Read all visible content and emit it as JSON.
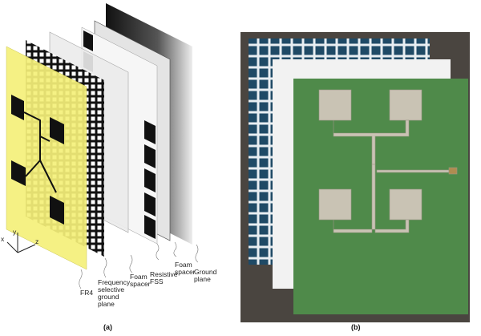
{
  "figure_a": {
    "caption": "(a)",
    "axes": {
      "x": "x",
      "y": "y",
      "z": "z"
    },
    "layers": [
      {
        "label_lines": [
          "FR4"
        ]
      },
      {
        "label_lines": [
          "Frequency",
          "selective",
          "ground",
          "plane"
        ]
      },
      {
        "label_lines": [
          "Foam",
          "spacer"
        ]
      },
      {
        "label_lines": [
          "Resistive",
          "FSS"
        ]
      },
      {
        "label_lines": [
          "Foam",
          "spacer"
        ]
      },
      {
        "label_lines": [
          "Ground",
          "plane"
        ]
      }
    ],
    "colors": {
      "fr4": "#f5f07a",
      "patch": "#111111"
    }
  },
  "figure_b": {
    "caption": "(b)",
    "colors": {
      "background": "#4a4540",
      "grid": "#1f4a66",
      "foam": "#f2f2f2",
      "pcb": "#4f8a4a",
      "copper": "#c9c3b4"
    }
  }
}
